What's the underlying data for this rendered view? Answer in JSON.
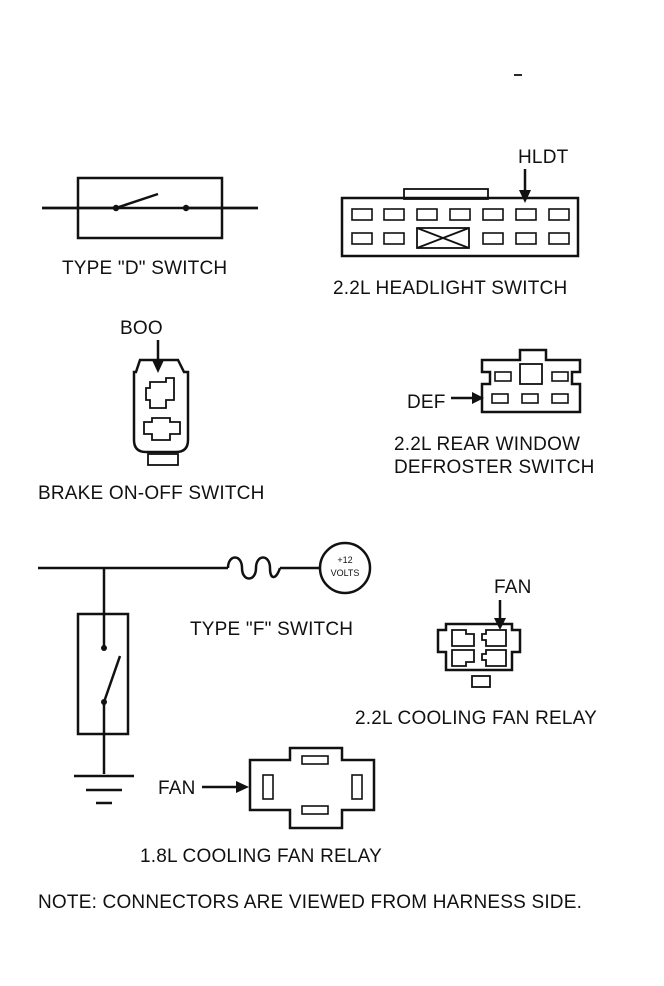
{
  "labels": {
    "type_d_switch": "TYPE \"D\" SWITCH",
    "hldt": "HLDT",
    "headlight_switch": "2.2L HEADLIGHT SWITCH",
    "boo": "BOO",
    "brake_switch": "BRAKE ON-OFF SWITCH",
    "def": "DEF",
    "defroster_line1": "2.2L REAR WINDOW",
    "defroster_line2": "DEFROSTER SWITCH",
    "volts_top": "+12",
    "volts_bottom": "VOLTS",
    "type_f_switch": "TYPE \"F\" SWITCH",
    "fan_22": "FAN",
    "cooling_fan_22": "2.2L COOLING FAN RELAY",
    "fan_18": "FAN",
    "cooling_fan_18": "1.8L COOLING FAN RELAY",
    "note": "NOTE: CONNECTORS ARE VIEWED FROM HARNESS SIDE."
  }
}
